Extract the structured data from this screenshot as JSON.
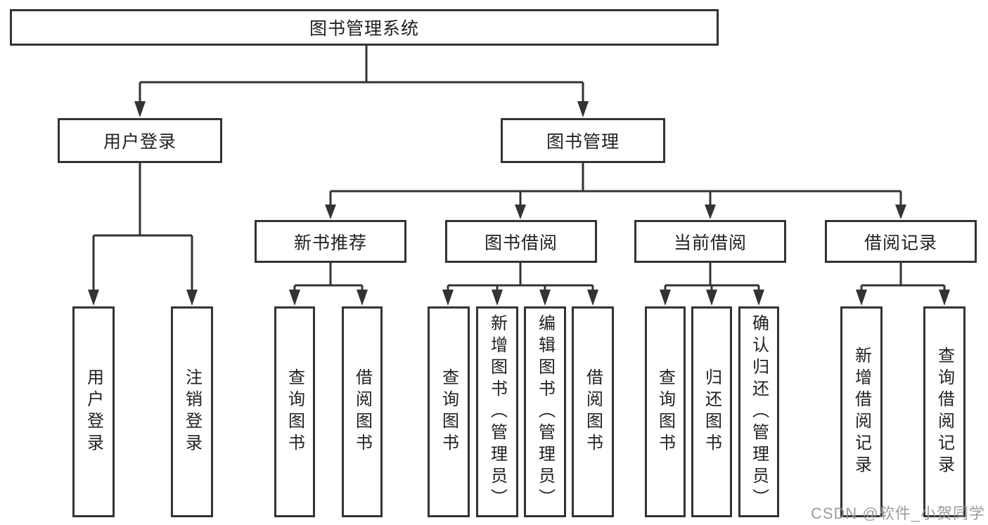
{
  "diagram": {
    "type": "hierarchy-tree",
    "root": {
      "label": "图书管理系统"
    },
    "level2": [
      {
        "label": "用户登录"
      },
      {
        "label": "图书管理"
      }
    ],
    "level3": [
      {
        "label": "新书推荐"
      },
      {
        "label": "图书借阅"
      },
      {
        "label": "当前借阅"
      },
      {
        "label": "借阅记录"
      }
    ],
    "leaves": {
      "login": [
        "用户登录",
        "注销登录"
      ],
      "newbook": [
        "查询图书",
        "借阅图书"
      ],
      "borrow": [
        "查询图书",
        "新增图书（管理员）",
        "编辑图书（管理员）",
        "借阅图书"
      ],
      "current": [
        "查询图书",
        "归还图书",
        "确认归还（管理员）"
      ],
      "records": [
        "新增借阅记录",
        "查询借阅记录"
      ]
    }
  },
  "watermark": "CSDN @软件_小贺同学",
  "colors": {
    "line": "#333333",
    "box_border": "#333333",
    "text": "#212121",
    "watermark": "#949494",
    "background": "#ffffff"
  }
}
